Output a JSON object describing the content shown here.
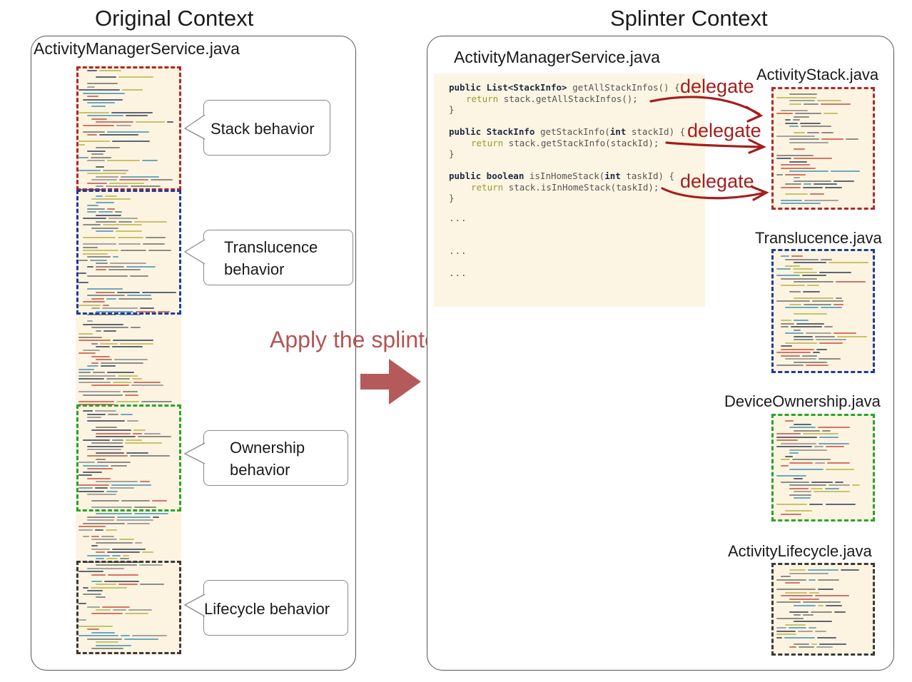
{
  "original": {
    "section_title": "Original Context",
    "file_title": "ActivityManagerService.java",
    "callouts": [
      {
        "line1": "Stack behavior",
        "line2": ""
      },
      {
        "line1": "Translucence",
        "line2": "behavior"
      },
      {
        "line1": "Ownership",
        "line2": "behavior"
      },
      {
        "line1": "Lifecycle  behavior",
        "line2": ""
      }
    ],
    "highlight_colors": {
      "stack": "#b0282a",
      "translucence": "#1e3a9e",
      "ownership": "#2aa32a",
      "lifecycle": "#3a3a3a"
    }
  },
  "transition": {
    "label": "Apply the splinter pattern.",
    "arrow_color": "#b55a5a"
  },
  "splinter": {
    "section_title": "Splinter Context",
    "main_file_title": "ActivityManagerService.java",
    "code": [
      {
        "sig_kw": "public List<StackInfo>",
        "sig_rest": " getAllStackInfos() {",
        "ret_kw": "return",
        "ret_rest": " stack.getAllStackInfos();",
        "close": "}"
      },
      {
        "sig_kw": "public StackInfo",
        "sig_rest": " getStackInfo(",
        "sig_kw2": "int",
        "sig_rest2": " stackId) {",
        "ret_kw": "return",
        "ret_rest": " stack.getStackInfo(stackId);",
        "close": "}"
      },
      {
        "sig_kw": "public boolean",
        "sig_rest": " isInHomeStack(",
        "sig_kw2": "int",
        "sig_rest2": " taskId) {",
        "ret_kw": "return",
        "ret_rest": " stack.isInHomeStack(taskId);",
        "close": "}"
      }
    ],
    "ellipses": [
      "...",
      "...",
      "..."
    ],
    "delegate_labels": [
      "delegate",
      "delegate",
      "delegate"
    ],
    "delegate_color": "#a51d1d",
    "split_files": [
      {
        "name": "ActivityStack.java",
        "color": "#b0282a"
      },
      {
        "name": "Translucence.java",
        "color": "#1e3a9e"
      },
      {
        "name": "DeviceOwnership.java",
        "color": "#2aa32a"
      },
      {
        "name": "ActivityLifecycle.java",
        "color": "#3a3a3a"
      }
    ]
  }
}
